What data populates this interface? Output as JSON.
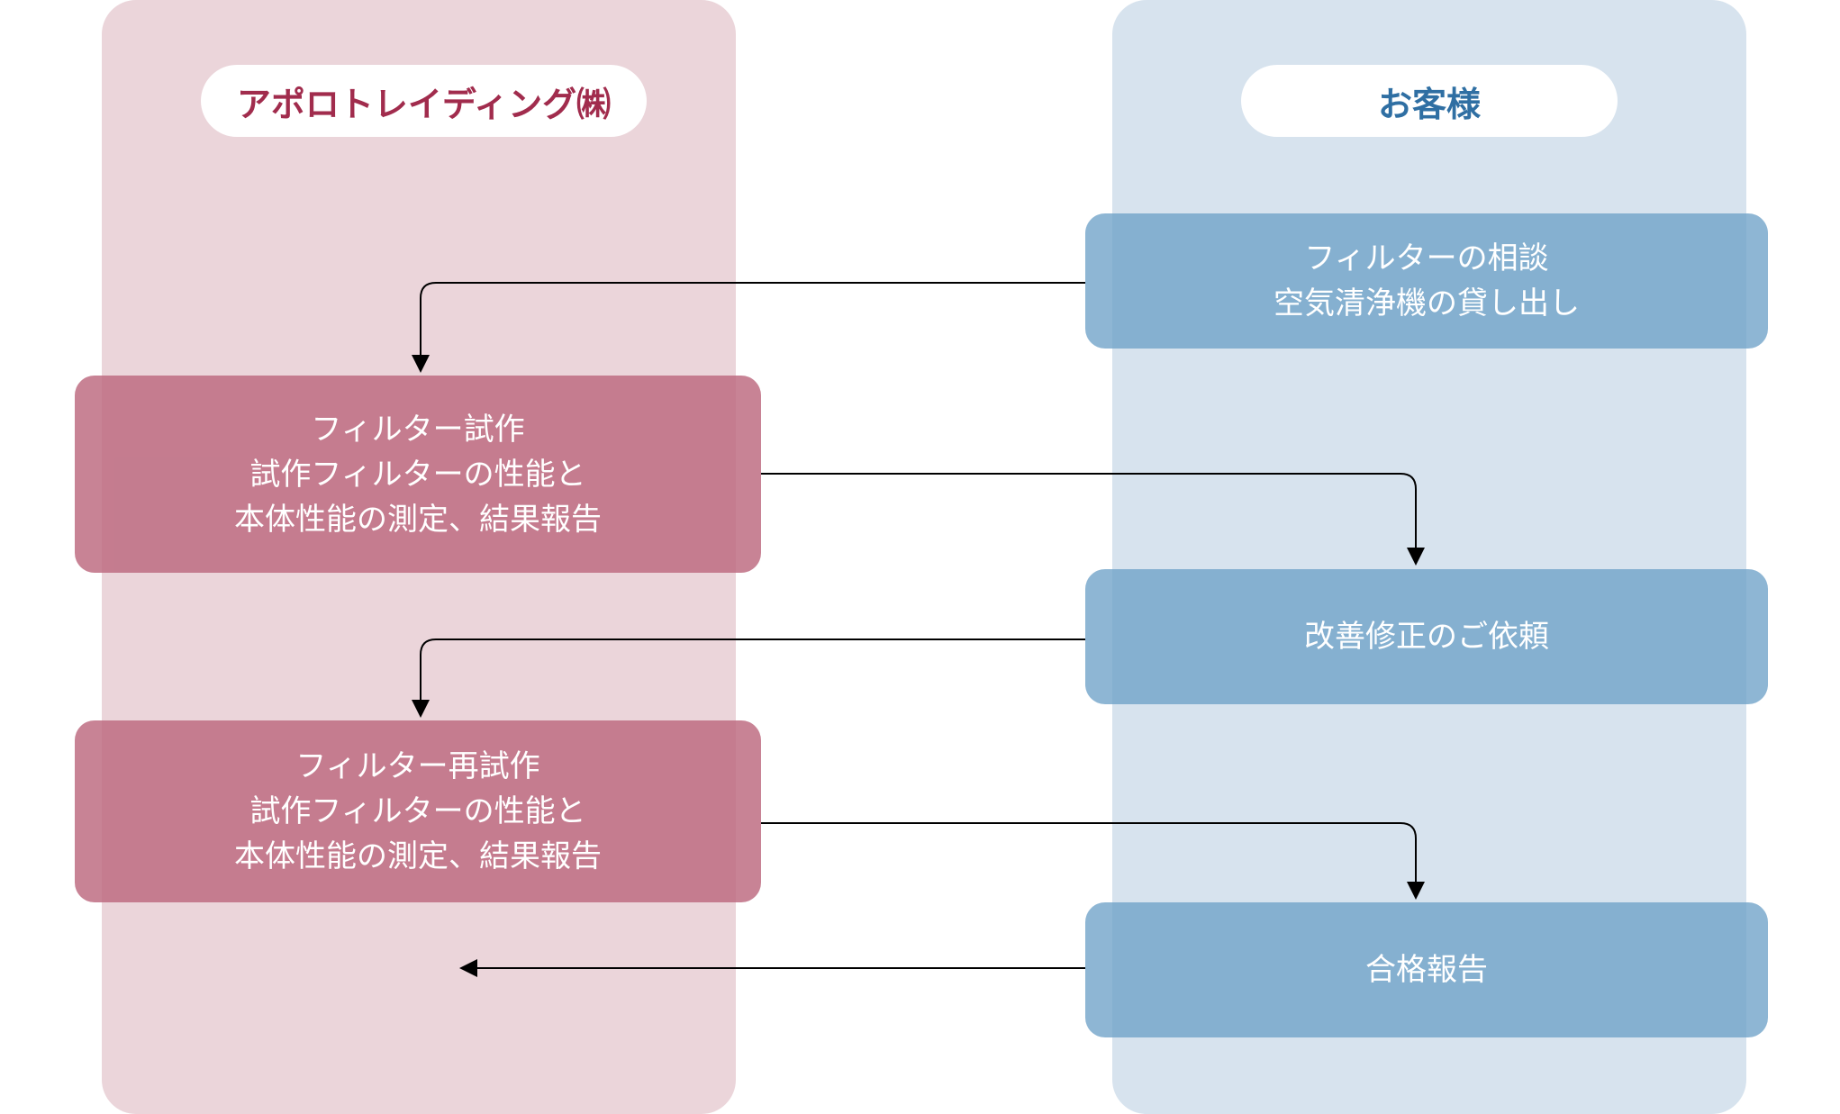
{
  "lanes": {
    "left_title": "アポロトレイディング㈱",
    "right_title": "お客様"
  },
  "steps": {
    "consult": [
      "フィルターの相談",
      "空気清浄機の貸し出し"
    ],
    "prototype": [
      "フィルター試作",
      "試作フィルターの性能と",
      "本体性能の測定、結果報告"
    ],
    "revision_request": [
      "改善修正のご依頼"
    ],
    "re_prototype": [
      "フィルター再試作",
      "試作フィルターの性能と",
      "本体性能の測定、結果報告"
    ],
    "pass_report": [
      "合格報告"
    ]
  },
  "colors": {
    "left_lane": "#ebd5da",
    "right_lane": "#d7e3ee",
    "left_box": "#c37b8c",
    "right_box": "#80acce",
    "left_title": "#a12c4d",
    "right_title": "#2f6fa3",
    "arrow": "#000000"
  }
}
